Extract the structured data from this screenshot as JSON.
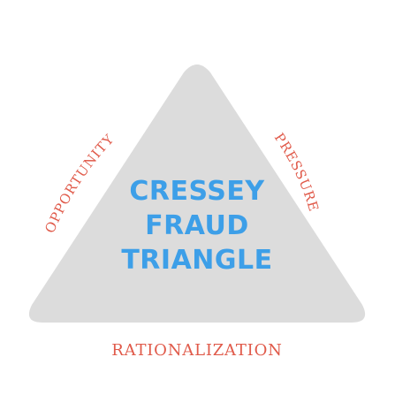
{
  "title_lines": [
    "CRESSEY",
    "FRAUD",
    "TRIANGLE"
  ],
  "labels": {
    "left": "OPPORTUNITY",
    "right": "PRESSURE",
    "bottom": "RATIONALIZATION"
  },
  "colors": {
    "triangle_fill": "#dcdcdc",
    "title_text": "#3d9fe8",
    "label_text": "#e05a4a",
    "background": "#ffffff"
  }
}
